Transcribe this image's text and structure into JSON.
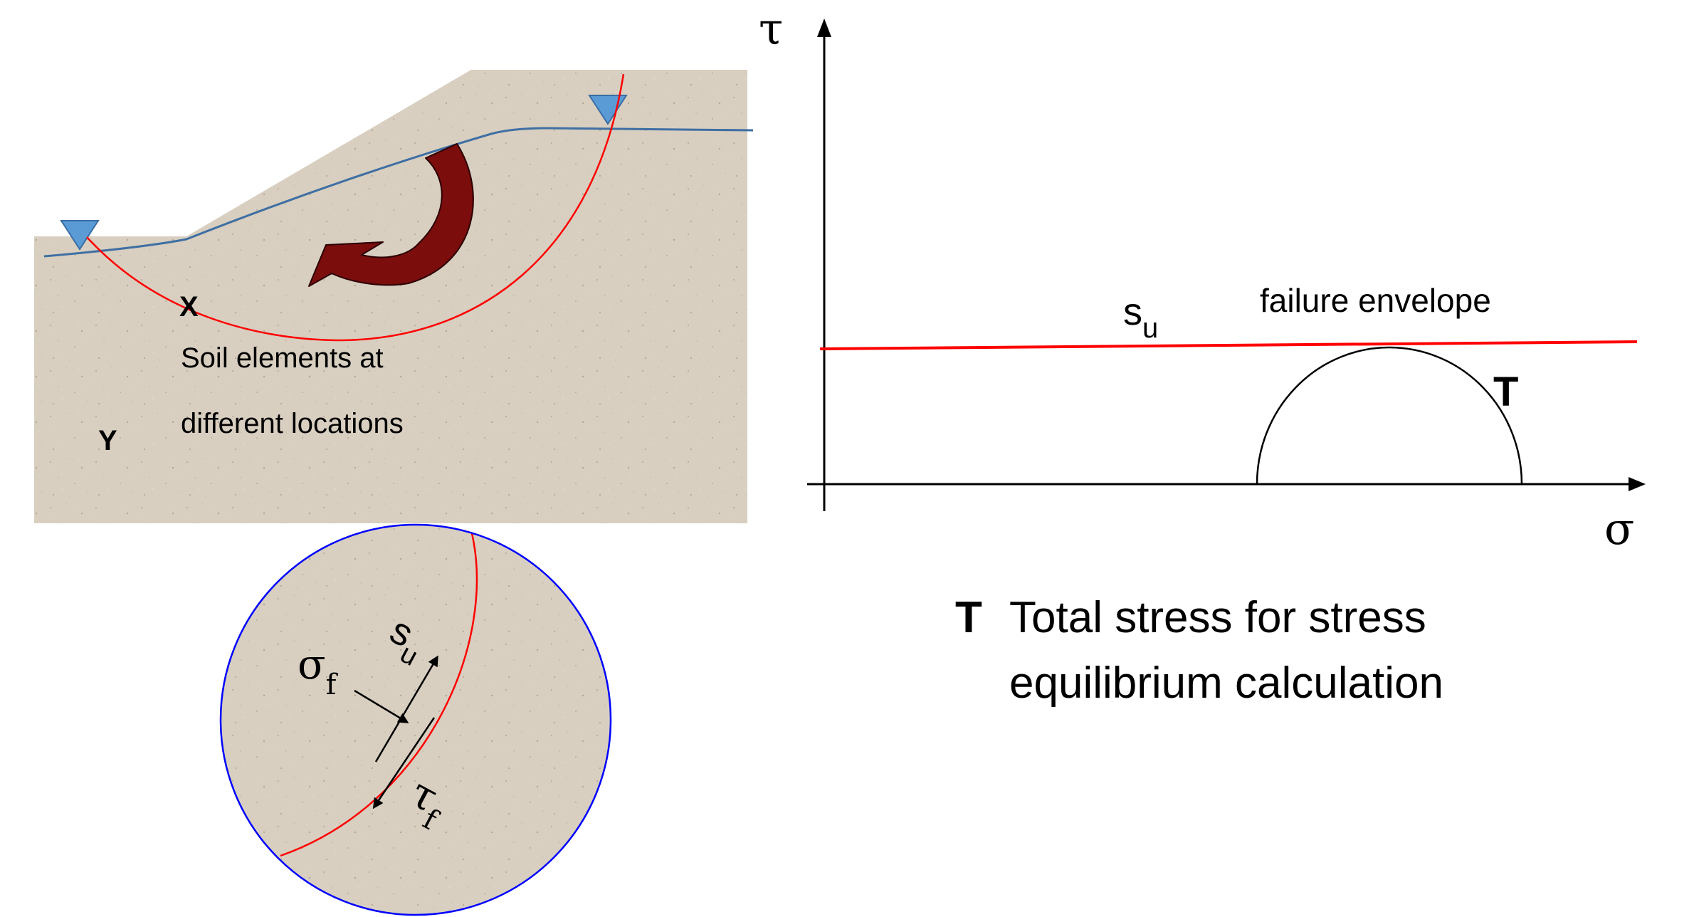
{
  "slope": {
    "label_x": "X",
    "label_y": "Y",
    "caption_line1": "Soil elements at",
    "caption_line2": "different locations"
  },
  "element": {
    "sigma_symbol": "σ",
    "sigma_subscript": "f",
    "su_symbol": "s",
    "su_subscript": "u",
    "tau_symbol": "τ",
    "tau_subscript": "f"
  },
  "mohr": {
    "tau_axis_label": "τ",
    "sigma_axis_label": "σ",
    "su_symbol": "s",
    "su_subscript": "u",
    "envelope_label": "failure envelope",
    "circle_label": "T"
  },
  "legend": {
    "key": "T",
    "line1": "Total stress for stress",
    "line2": "equilibrium calculation"
  },
  "colors": {
    "soil": "#d8cfc0",
    "failure_surface": "#ff0000",
    "water_table": "#3f6fa3",
    "water_marker": "#5b9bd5",
    "rotation_arrow": "#7b0d0d",
    "element_outline": "#0000ff",
    "axes": "#000000"
  }
}
